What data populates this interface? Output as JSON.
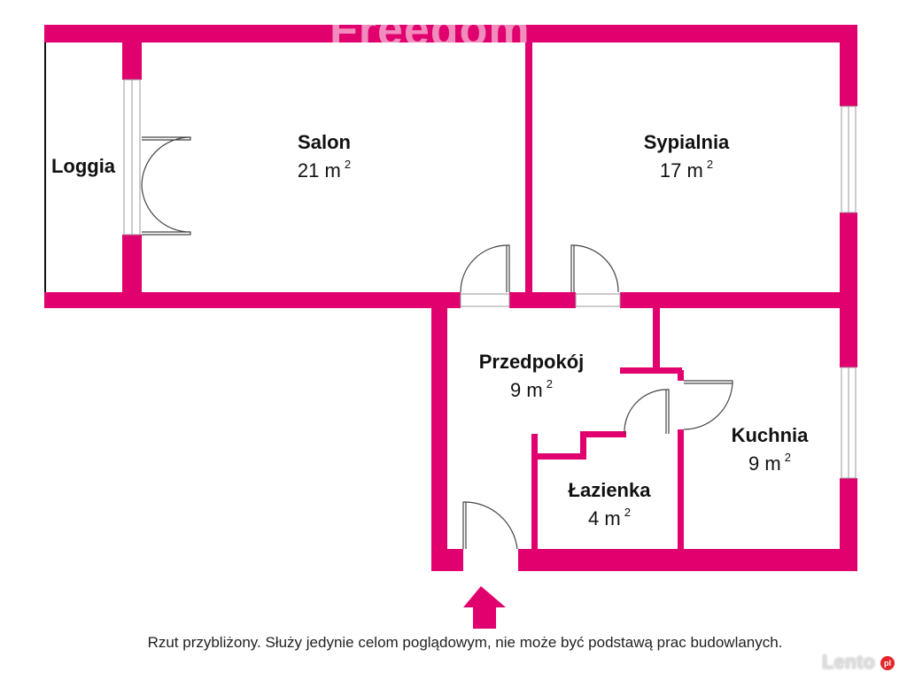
{
  "watermark": "Freedom",
  "colors": {
    "wall": "#e0006e",
    "arrow": "#e0006e"
  },
  "rooms": [
    {
      "name": "Loggia",
      "area": ""
    },
    {
      "name": "Salon",
      "area": "21 m",
      "unit_exp": "2"
    },
    {
      "name": "Sypialnia",
      "area": "17 m",
      "unit_exp": "2"
    },
    {
      "name": "Przedpokój",
      "area": "9 m",
      "unit_exp": "2"
    },
    {
      "name": "Kuchnia",
      "area": "9 m",
      "unit_exp": "2"
    },
    {
      "name": "Łazienka",
      "area": "4 m",
      "unit_exp": "2"
    }
  ],
  "note": "Rzut przybliżony. Służy jedynie celom poglądowym, nie może być podstawą prac budowlanych.",
  "logo": {
    "text": "Lento",
    "badge": "pl"
  }
}
